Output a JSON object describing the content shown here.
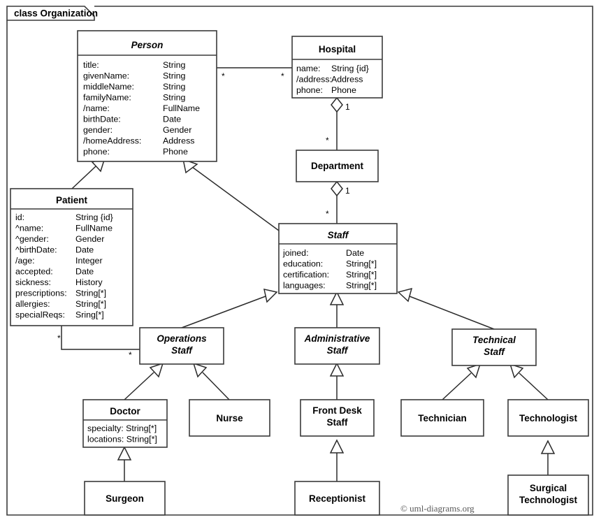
{
  "frame": {
    "title": "class Organization",
    "copyright": "© uml-diagrams.org"
  },
  "classes": {
    "person": {
      "name": "Person",
      "abstract": true,
      "attributes": [
        {
          "label": "title:",
          "type": "String"
        },
        {
          "label": "givenName:",
          "type": "String"
        },
        {
          "label": "middleName:",
          "type": "String"
        },
        {
          "label": "familyName:",
          "type": "String"
        },
        {
          "label": "/name:",
          "type": "FullName"
        },
        {
          "label": "birthDate:",
          "type": "Date"
        },
        {
          "label": "gender:",
          "type": "Gender"
        },
        {
          "label": "/homeAddress:",
          "type": "Address"
        },
        {
          "label": "phone:",
          "type": "Phone"
        }
      ]
    },
    "hospital": {
      "name": "Hospital",
      "abstract": false,
      "attributes": [
        {
          "label": "name:",
          "type": "String {id}"
        },
        {
          "label": "/address:",
          "type": "Address"
        },
        {
          "label": "phone:",
          "type": "Phone"
        }
      ]
    },
    "department": {
      "name": "Department",
      "abstract": false,
      "attributes": []
    },
    "patient": {
      "name": "Patient",
      "abstract": false,
      "attributes": [
        {
          "label": "id:",
          "type": "String {id}"
        },
        {
          "label": "^name:",
          "type": "FullName"
        },
        {
          "label": "^gender:",
          "type": "Gender"
        },
        {
          "label": "^birthDate:",
          "type": "Date"
        },
        {
          "label": "/age:",
          "type": "Integer"
        },
        {
          "label": "accepted:",
          "type": "Date"
        },
        {
          "label": "sickness:",
          "type": "History"
        },
        {
          "label": "prescriptions:",
          "type": "String[*]"
        },
        {
          "label": "allergies:",
          "type": "String[*]"
        },
        {
          "label": "specialReqs:",
          "type": "Sring[*]"
        }
      ]
    },
    "staff": {
      "name": "Staff",
      "abstract": true,
      "attributes": [
        {
          "label": "joined:",
          "type": "Date"
        },
        {
          "label": "education:",
          "type": "String[*]"
        },
        {
          "label": "certification:",
          "type": "String[*]"
        },
        {
          "label": "languages:",
          "type": "String[*]"
        }
      ]
    },
    "operations_staff": {
      "name_line1": "Operations",
      "name_line2": "Staff",
      "abstract": true,
      "attributes": []
    },
    "administrative_staff": {
      "name_line1": "Administrative",
      "name_line2": "Staff",
      "abstract": true,
      "attributes": []
    },
    "technical_staff": {
      "name_line1": "Technical",
      "name_line2": "Staff",
      "abstract": true,
      "attributes": []
    },
    "doctor": {
      "name": "Doctor",
      "abstract": false,
      "attributes": [
        {
          "label": "specialty: String[*]",
          "type": ""
        },
        {
          "label": "locations: String[*]",
          "type": ""
        }
      ]
    },
    "nurse": {
      "name": "Nurse",
      "abstract": false,
      "attributes": []
    },
    "front_desk_staff": {
      "name_line1": "Front Desk",
      "name_line2": "Staff",
      "abstract": false,
      "attributes": []
    },
    "technician": {
      "name": "Technician",
      "abstract": false,
      "attributes": []
    },
    "technologist": {
      "name": "Technologist",
      "abstract": false,
      "attributes": []
    },
    "surgeon": {
      "name": "Surgeon",
      "abstract": false,
      "attributes": []
    },
    "receptionist": {
      "name": "Receptionist",
      "abstract": false,
      "attributes": []
    },
    "surgical_technologist": {
      "name_line1": "Surgical",
      "name_line2": "Technologist",
      "abstract": false,
      "attributes": []
    }
  },
  "multiplicities": {
    "person_to_hospital_near_person": "*",
    "person_to_hospital_near_hospital": "*",
    "hospital_to_department_near_hospital": "1",
    "hospital_to_department_near_department": "*",
    "department_to_staff_near_department": "1",
    "department_to_staff_near_staff": "*",
    "patient_to_operations_near_patient": "*",
    "patient_to_operations_near_operations": "*"
  },
  "relationships": [
    {
      "kind": "association",
      "from": "Person",
      "to": "Hospital"
    },
    {
      "kind": "aggregation",
      "whole": "Hospital",
      "part": "Department"
    },
    {
      "kind": "aggregation",
      "whole": "Department",
      "part": "Staff"
    },
    {
      "kind": "association",
      "from": "Patient",
      "to": "Operations Staff"
    },
    {
      "kind": "generalization",
      "child": "Patient",
      "parent": "Person"
    },
    {
      "kind": "generalization",
      "child": "Staff",
      "parent": "Person"
    },
    {
      "kind": "generalization",
      "child": "Operations Staff",
      "parent": "Staff"
    },
    {
      "kind": "generalization",
      "child": "Administrative Staff",
      "parent": "Staff"
    },
    {
      "kind": "generalization",
      "child": "Technical Staff",
      "parent": "Staff"
    },
    {
      "kind": "generalization",
      "child": "Doctor",
      "parent": "Operations Staff"
    },
    {
      "kind": "generalization",
      "child": "Nurse",
      "parent": "Operations Staff"
    },
    {
      "kind": "generalization",
      "child": "Front Desk Staff",
      "parent": "Administrative Staff"
    },
    {
      "kind": "generalization",
      "child": "Technician",
      "parent": "Technical Staff"
    },
    {
      "kind": "generalization",
      "child": "Technologist",
      "parent": "Technical Staff"
    },
    {
      "kind": "generalization",
      "child": "Surgeon",
      "parent": "Doctor"
    },
    {
      "kind": "generalization",
      "child": "Receptionist",
      "parent": "Front Desk Staff"
    },
    {
      "kind": "generalization",
      "child": "Surgical Technologist",
      "parent": "Technologist"
    }
  ]
}
